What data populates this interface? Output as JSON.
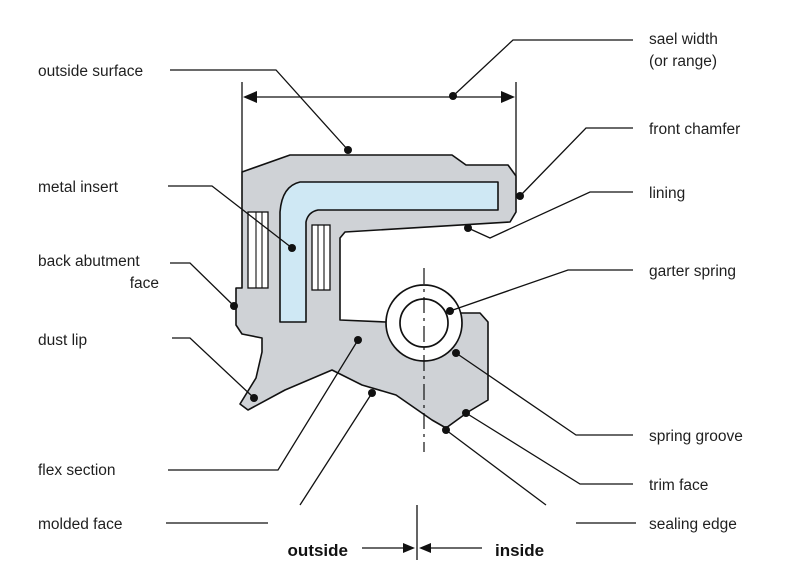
{
  "labels": {
    "seal_width_line1": "sael width",
    "seal_width_line2": "(or range)",
    "outside_surface": "outside surface",
    "front_chamfer": "front chamfer",
    "metal_insert": "metal insert",
    "lining": "lining",
    "back_abutment_line1": "back abutment",
    "back_abutment_line2": "face",
    "garter_spring": "garter spring",
    "dust_lip": "dust lip",
    "spring_groove": "spring groove",
    "flex_section": "flex section",
    "trim_face": "trim face",
    "molded_face": "molded face",
    "sealing_edge": "sealing edge",
    "outside": "outside",
    "inside": "inside"
  },
  "colors": {
    "seal_body": "#cfd2d6",
    "metal_insert": "#cfe8f4",
    "outline": "#111111",
    "text": "#1f1f1f"
  }
}
